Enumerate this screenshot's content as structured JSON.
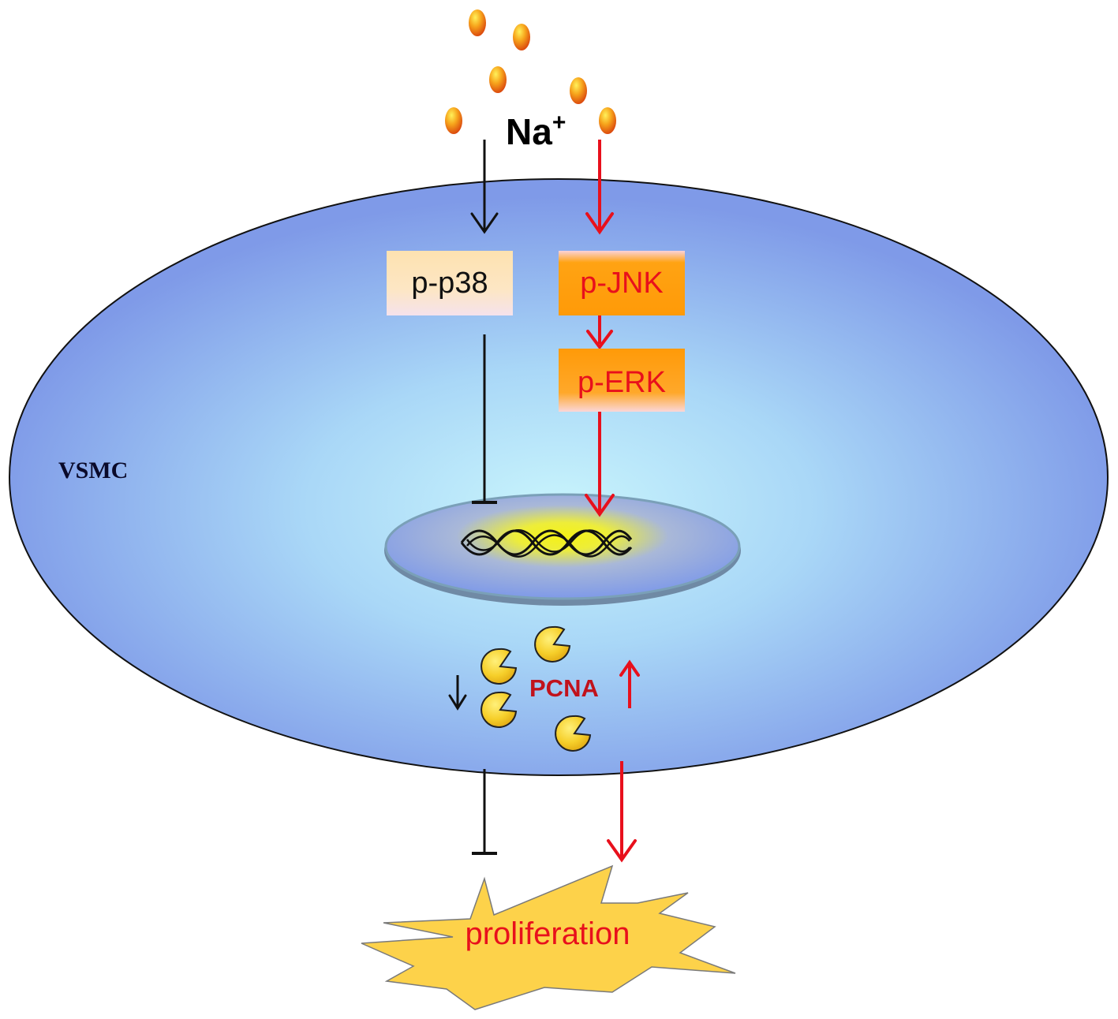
{
  "ion": {
    "symbol": "Na",
    "charge": "+"
  },
  "cell": {
    "label": "VSMC"
  },
  "nodes": {
    "p38": "p-p38",
    "jnk": "p-JNK",
    "erk": "p-ERK",
    "pcna": "PCNA",
    "proliferation": "proliferation"
  },
  "colors": {
    "activation": "#e8101c",
    "inhibition": "#000000",
    "cell_fill_center": "#c8f4fc",
    "cell_fill_edge": "#7f9ae8",
    "nucleus_glow": "#f5f216",
    "p38_box": "#fde3b6",
    "kinase_box": "#ffa010",
    "burst": "#fdd24a",
    "ion": "#f07a10"
  },
  "icons": [
    "sodium-ion-icon",
    "dna-helix-icon",
    "pcna-protein-icon",
    "arrow-down-icon",
    "arrow-up-icon",
    "inhibition-bar-icon"
  ]
}
